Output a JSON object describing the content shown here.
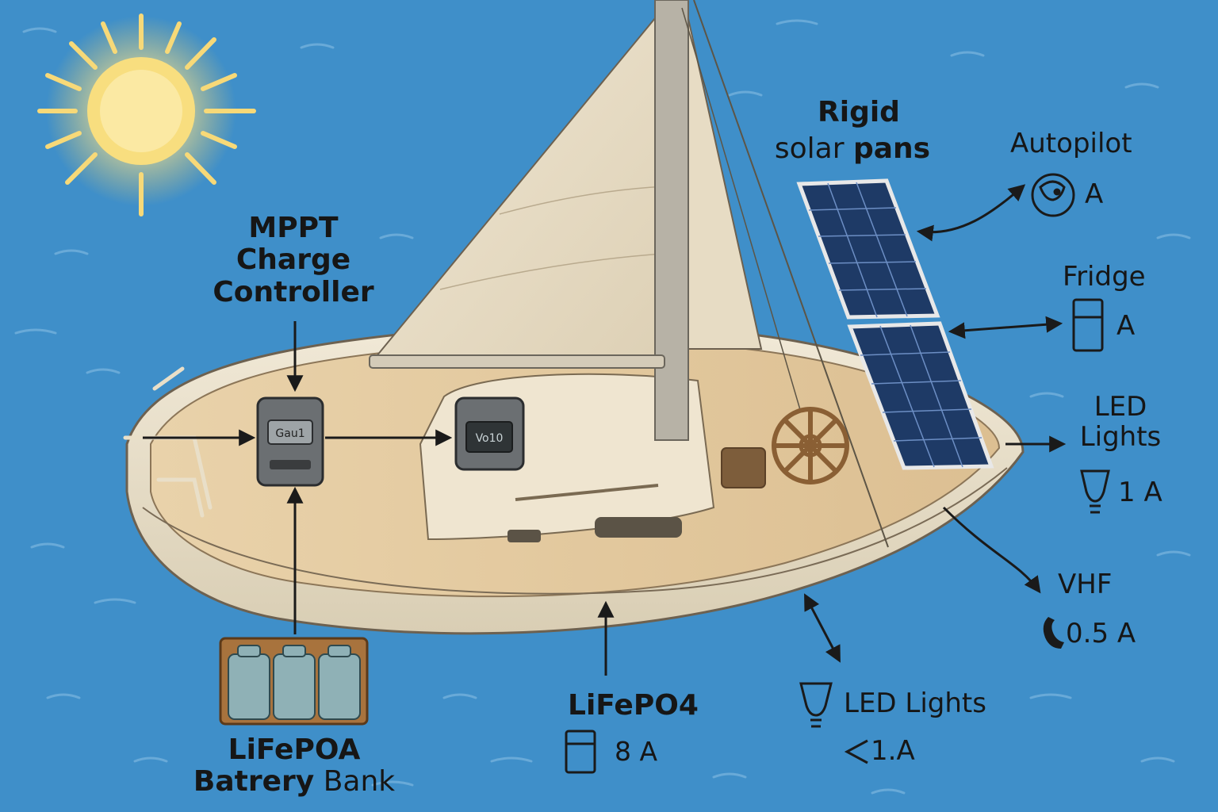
{
  "colors": {
    "ocean": "#3f8fc9",
    "ocean_light": "#7fb6dd",
    "sun": "#f7dc7a",
    "hull": "#ece3cf",
    "deck": "#e2c79d",
    "sail": "#eadfc8",
    "panel": "#1e3a66",
    "ink": "#161616"
  },
  "labels": {
    "solar_title": "Rigid",
    "solar_subtitle_a": "solar",
    "solar_subtitle_b": "pans",
    "mppt": [
      "MPPT",
      "Charge",
      "Controller"
    ],
    "battery_bank": [
      "LiFePOA",
      "Batrery",
      "Bank"
    ],
    "lifepo4_name": "LiFePO4",
    "lifepo4_value": "8 A",
    "autopilot_name": "Autopilot",
    "autopilot_value": "A",
    "fridge_name": "Fridge",
    "fridge_value": "A",
    "led_right_name": [
      "LED",
      "Lights"
    ],
    "led_right_value": "1 A",
    "vhf_name": "VHF",
    "vhf_value": "0.5 A",
    "led_bottom_name": "LED Lights",
    "led_bottom_value": "1.A",
    "mppt_display": "Gau1",
    "mppt2_display": "Vo10"
  },
  "icons": {
    "sun": "sun-icon",
    "autopilot": "autopilot-icon",
    "fridge": "fridge-icon",
    "led_bulb": "led-bulb-icon",
    "vhf": "phone-handset-icon",
    "battery": "battery-icon",
    "bottom_led": "led-bulb-icon",
    "bottom_led_marker": "less-than-arrow-icon"
  }
}
